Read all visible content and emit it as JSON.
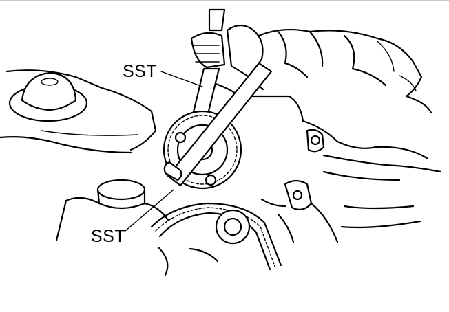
{
  "figure": {
    "callouts": [
      {
        "id": "top",
        "text": "SST"
      },
      {
        "id": "bottom",
        "text": "SST"
      }
    ],
    "colors": {
      "ink": "#000000",
      "paper": "#ffffff",
      "rule": "#c8c8c8"
    }
  }
}
